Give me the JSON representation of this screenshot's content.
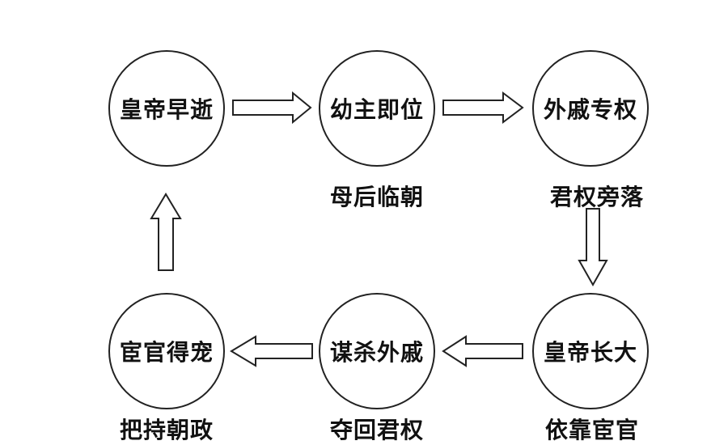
{
  "nodes": [
    {
      "id": "emperor-early-death",
      "label": "皇帝早逝"
    },
    {
      "id": "young-ruler-enthroned",
      "label": "幼主即位"
    },
    {
      "id": "consort-clan-dominates",
      "label": "外戚专权"
    },
    {
      "id": "emperor-grows-up",
      "label": "皇帝长大"
    },
    {
      "id": "plot-against-consort-clan",
      "label": "谋杀外戚"
    },
    {
      "id": "eunuchs-favored",
      "label": "宦官得宠"
    }
  ],
  "captions": {
    "young-ruler-enthroned": "母后临朝",
    "consort-clan-dominates": "君权旁落",
    "emperor-grows-up": "依靠宦官",
    "plot-against-consort-clan": "夺回君权",
    "eunuchs-favored": "把持朝政"
  },
  "edges": [
    {
      "from": "emperor-early-death",
      "to": "young-ruler-enthroned"
    },
    {
      "from": "young-ruler-enthroned",
      "to": "consort-clan-dominates"
    },
    {
      "from": "consort-clan-dominates",
      "to": "emperor-grows-up"
    },
    {
      "from": "emperor-grows-up",
      "to": "plot-against-consort-clan"
    },
    {
      "from": "plot-against-consort-clan",
      "to": "eunuchs-favored"
    },
    {
      "from": "eunuchs-favored",
      "to": "emperor-early-death"
    }
  ]
}
